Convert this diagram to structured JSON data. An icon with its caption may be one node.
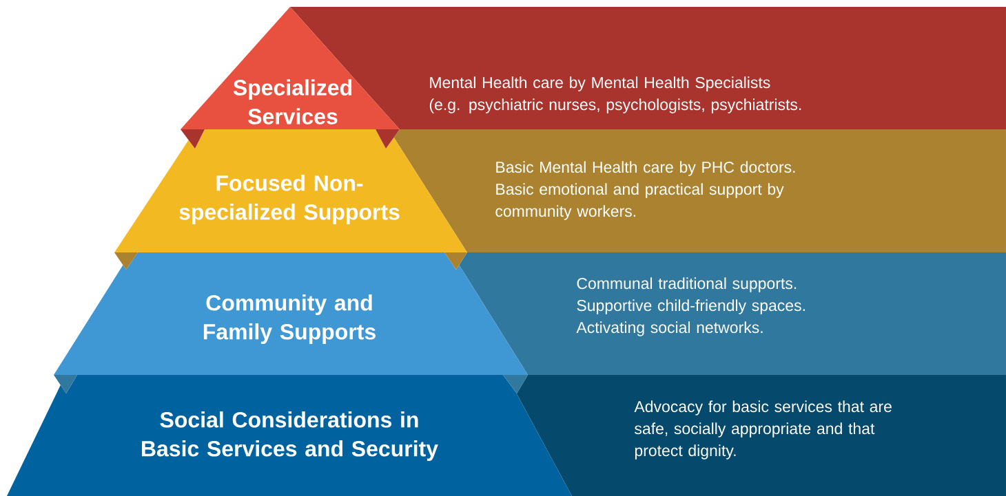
{
  "diagram": {
    "nodes": [
      {
        "text": [
          "Specialized Services"
        ]
      },
      {
        "text": [
          "Mental Health care by Mental Health Specialists (e.g. psychiatric nurses, psychologists, psychiatrists."
        ]
      },
      {
        "text": [
          "Focused Non-specialized Supports"
        ]
      },
      {
        "text": [
          "Basic Mental Health care by PHC doctors. Basic emotional and practical support by community workers."
        ]
      },
      {
        "text": [
          "Community and Family Supports"
        ]
      },
      {
        "text": [
          "Communal traditional supports. Supportive child-friendly spaces. Activating social networks."
        ]
      },
      {
        "text": [
          "Social Considerations in Basic Services and Security"
        ]
      },
      {
        "text": [
          "Advocacy for basic services that are safe, socially appropriate and that protect dignity."
        ]
      }
    ]
  }
}
